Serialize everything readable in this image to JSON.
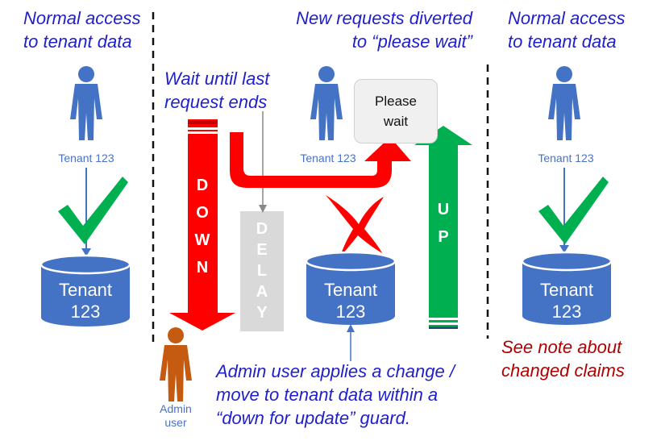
{
  "notes": {
    "left_line1": "Normal access",
    "left_line2": "to tenant data",
    "middle_line1": "New requests diverted",
    "middle_line2": "to “please wait”",
    "right_line1": "Normal access",
    "right_line2": "to tenant data",
    "wait_line1": "Wait until last",
    "wait_line2": "request ends",
    "admin_line1": "Admin user applies a change /",
    "admin_line2": "move to tenant data within a",
    "admin_line3": "“down for update” guard.",
    "claims_line1": "See note about",
    "claims_line2": "changed claims"
  },
  "labels": {
    "tenant_left": "Tenant 123",
    "tenant_middle": "Tenant 123",
    "tenant_right": "Tenant 123",
    "admin_line1": "Admin",
    "admin_line2": "user",
    "please_wait_line1": "Please",
    "please_wait_line2": "wait"
  },
  "databases": {
    "left_line1": "Tenant",
    "left_line2": "123",
    "middle_line1": "Tenant",
    "middle_line2": "123",
    "right_line1": "Tenant",
    "right_line2": "123"
  },
  "arrows": {
    "down_letters": [
      "D",
      "O",
      "W",
      "N"
    ],
    "delay_letters": [
      "D",
      "E",
      "L",
      "A",
      "Y"
    ],
    "up_letters": [
      "U",
      "P"
    ]
  },
  "colors": {
    "person_blue": "#4472c4",
    "person_orange": "#c55a11",
    "db_blue": "#4472c4",
    "arrow_red": "#ff0000",
    "arrow_green": "#00b050",
    "delay_gray": "#d9d9d9",
    "tick_green": "#00b050",
    "cross_red": "#ff0000",
    "note_blue": "#1f1fcc",
    "note_red": "#b20000"
  }
}
